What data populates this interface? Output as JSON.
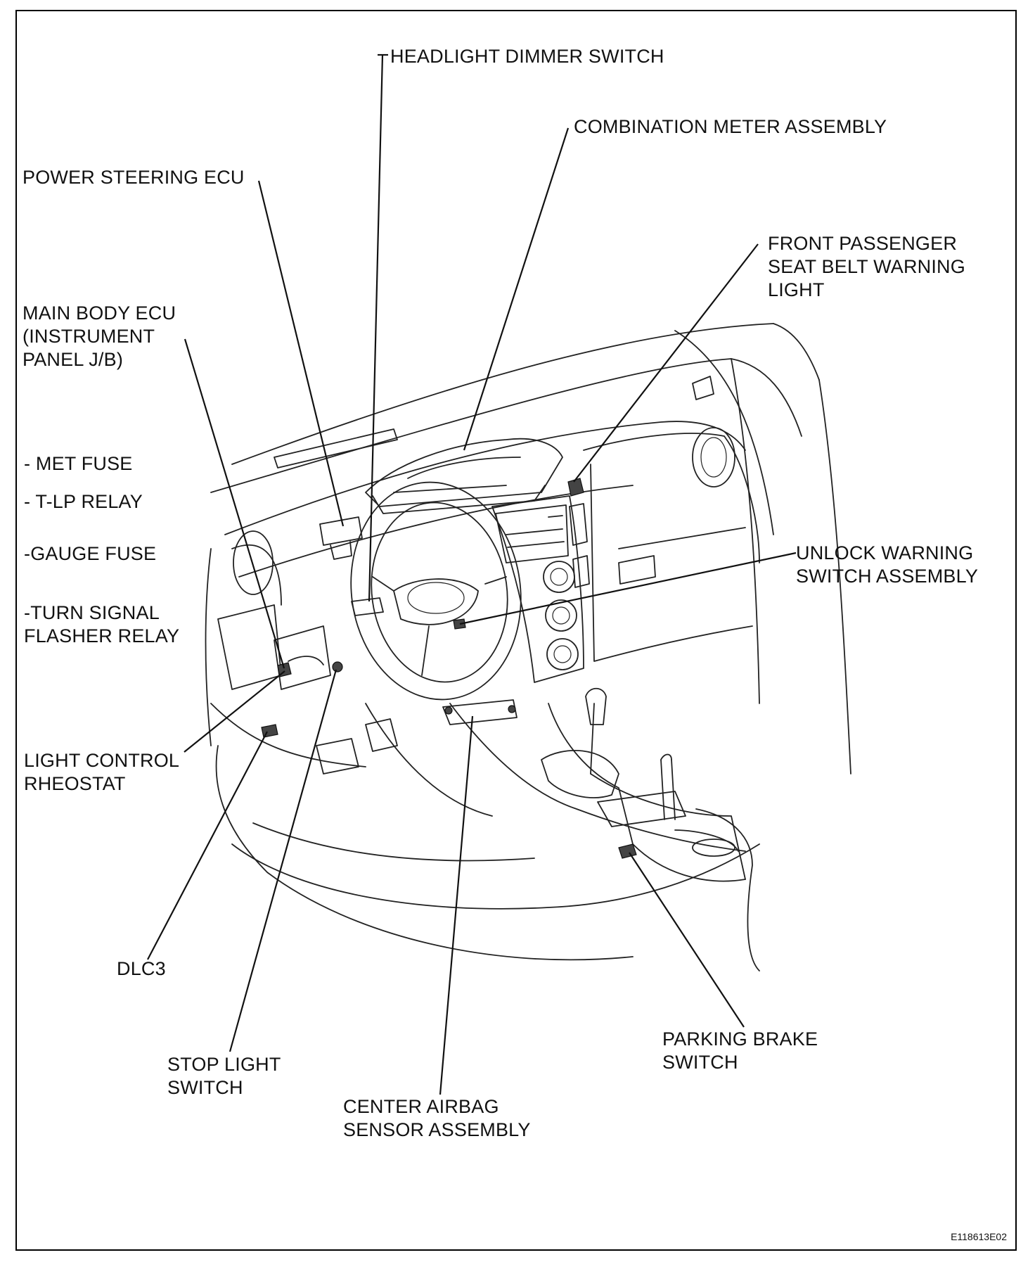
{
  "labels": {
    "headlight": "HEADLIGHT DIMMER SWITCH",
    "combination": "COMBINATION METER ASSEMBLY",
    "power_steering": "POWER STEERING ECU",
    "front_passenger": [
      "FRONT PASSENGER",
      "SEAT BELT WARNING",
      "LIGHT"
    ],
    "main_body": [
      "MAIN BODY ECU",
      "(INSTRUMENT",
      "PANEL J/B)"
    ],
    "met_fuse": "- MET FUSE",
    "tlp_relay": "- T-LP RELAY",
    "gauge_fuse": "-GAUGE FUSE",
    "turn_signal": [
      "-TURN SIGNAL",
      "FLASHER RELAY"
    ],
    "unlock_warning": [
      "UNLOCK WARNING",
      "SWITCH ASSEMBLY"
    ],
    "light_control": [
      "LIGHT CONTROL",
      "RHEOSTAT"
    ],
    "dlc3": "DLC3",
    "stop_light": [
      "STOP LIGHT",
      "SWITCH"
    ],
    "center_airbag": [
      "CENTER AIRBAG",
      "SENSOR ASSEMBLY"
    ],
    "parking_brake": [
      "PARKING BRAKE",
      "SWITCH"
    ]
  },
  "figure_code": "E118613E02"
}
